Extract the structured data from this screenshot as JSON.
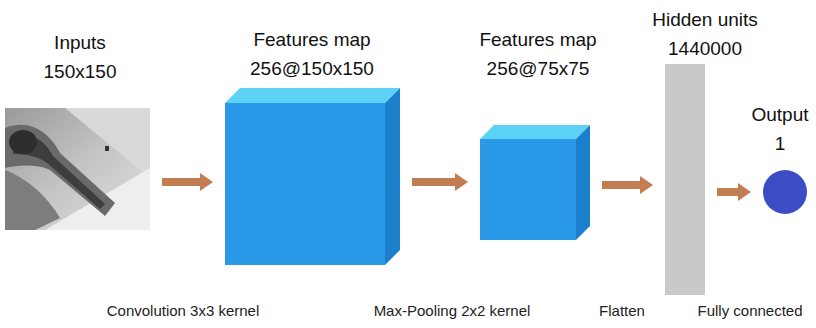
{
  "diagram": {
    "nodes": [
      {
        "text": [
          "Inputs 150x150"
        ]
      },
      {
        "text": [
          "Features map 256@150x150"
        ]
      },
      {
        "text": [
          "Features map 256@75x75"
        ]
      },
      {
        "text": [
          "Hidden units 1440000"
        ]
      },
      {
        "text": [
          "Output 1"
        ]
      }
    ],
    "edges": [
      {
        "from": 0,
        "to": 1,
        "arrow": "to"
      },
      {
        "from": 1,
        "to": 2,
        "arrow": "to"
      },
      {
        "from": 2,
        "to": 3,
        "arrow": "to"
      },
      {
        "from": 3,
        "to": 4,
        "arrow": "to"
      }
    ],
    "labels": [
      "Convolution 3x3 kernel",
      "Max-Pooling 2x2 kernel",
      "Flatten",
      "Fully connected"
    ]
  }
}
